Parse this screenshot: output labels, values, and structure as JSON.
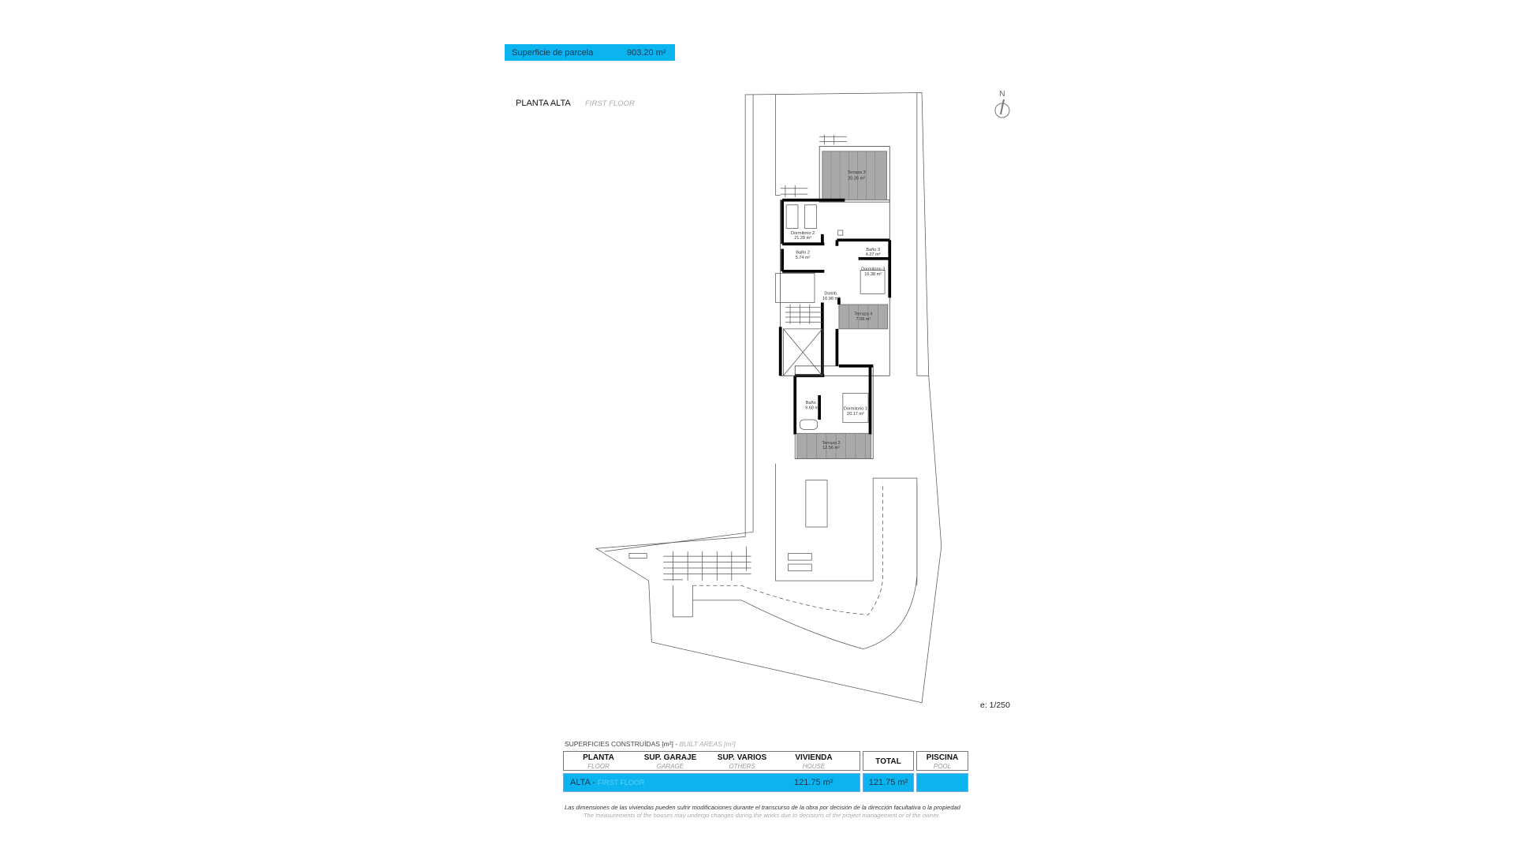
{
  "parcel": {
    "label": "Superficie de parcela",
    "value": "903.20 m²"
  },
  "plan": {
    "title": "PLANTA ALTA",
    "subtitle": "FIRST FLOOR",
    "north": "N",
    "scale": "e: 1/250"
  },
  "rooms": [
    {
      "name": "Terraza 3",
      "area": "20.26 m²"
    },
    {
      "name": "Dormitorio 2",
      "area": "21.28 m²"
    },
    {
      "name": "Baño 2",
      "area": "5.74 m²"
    },
    {
      "name": "Baño 3",
      "area": "4.27 m²"
    },
    {
      "name": "Dormitorio 3",
      "area": "16.38 m²"
    },
    {
      "name": "Distrib.",
      "area": "10.98 m²"
    },
    {
      "name": "Terraza 4",
      "area": "7.08 m²"
    },
    {
      "name": "Baño 1",
      "area": "9.60 m²"
    },
    {
      "name": "Dormitorio 1",
      "area": "20.17 m²"
    },
    {
      "name": "Terraza 2",
      "area": "12.56 m²"
    }
  ],
  "table": {
    "caption": "SUPERFICIES CONSTRUÍDAS [m²] - ",
    "caption_en": "BUILT AREAS [m²]",
    "headers": [
      {
        "es": "PLANTA",
        "en": "FLOOR"
      },
      {
        "es": "SUP. GARAJE",
        "en": "GARAGE"
      },
      {
        "es": "SUP. VARIOS",
        "en": "OTHERS"
      },
      {
        "es": "VIVIENDA",
        "en": "HOUSE"
      },
      {
        "es": "TOTAL",
        "en": ""
      },
      {
        "es": "PISCINA",
        "en": "POOL"
      }
    ],
    "row": {
      "floor": "ALTA - ",
      "floor_en": "FIRST FLOOR",
      "garage": "",
      "others": "",
      "house": "121.75 m²",
      "total": "121.75 m²",
      "pool": ""
    }
  },
  "disclaimer": {
    "es": "Las dimensiones de las viviendas pueden sufrir modificaciones durante el transcurso de la obra por decisión de la dirección facultativa o la propiedad",
    "en": "The measurements of the houses may undergo changes during the works due to decisions of the project management or of the owner"
  },
  "colors": {
    "accent": "#0bb4ef",
    "terrace": "#a9a9a9"
  }
}
